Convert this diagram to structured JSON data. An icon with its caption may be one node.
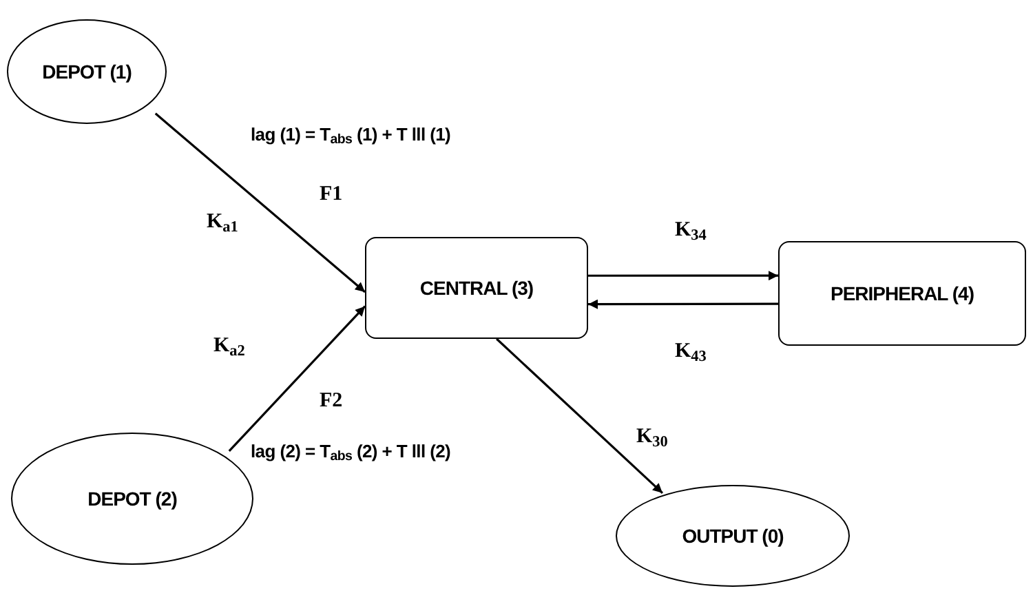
{
  "diagram": {
    "nodes": [
      {
        "text": [
          "DEPOT (1)"
        ]
      },
      {
        "text": [
          "CENTRAL (3)"
        ]
      },
      {
        "text": [
          "PERIPHERAL (4)"
        ]
      },
      {
        "text": [
          "DEPOT (2)"
        ]
      },
      {
        "text": [
          "OUTPUT (0)"
        ]
      }
    ],
    "edges": [
      {
        "from": 0,
        "to": 1,
        "arrow": "to",
        "label": "K$_{a1}$"
      },
      {
        "from": 3,
        "to": 1,
        "arrow": "to",
        "label": "K$_{a2}$"
      },
      {
        "from": 1,
        "to": 2,
        "arrow": "to",
        "label": "K$_{34}$"
      },
      {
        "from": 2,
        "to": 1,
        "arrow": "to",
        "label": "K$_{43}$"
      },
      {
        "from": 1,
        "to": 4,
        "arrow": "to",
        "label": "K$_{30}$"
      }
    ],
    "labels": [
      "lag (1) = T$_{abs}$ (1) + T lll (1)",
      "F1",
      "F2",
      "lag (2) = T$_{abs}$ (2) + T lll (2)"
    ]
  }
}
